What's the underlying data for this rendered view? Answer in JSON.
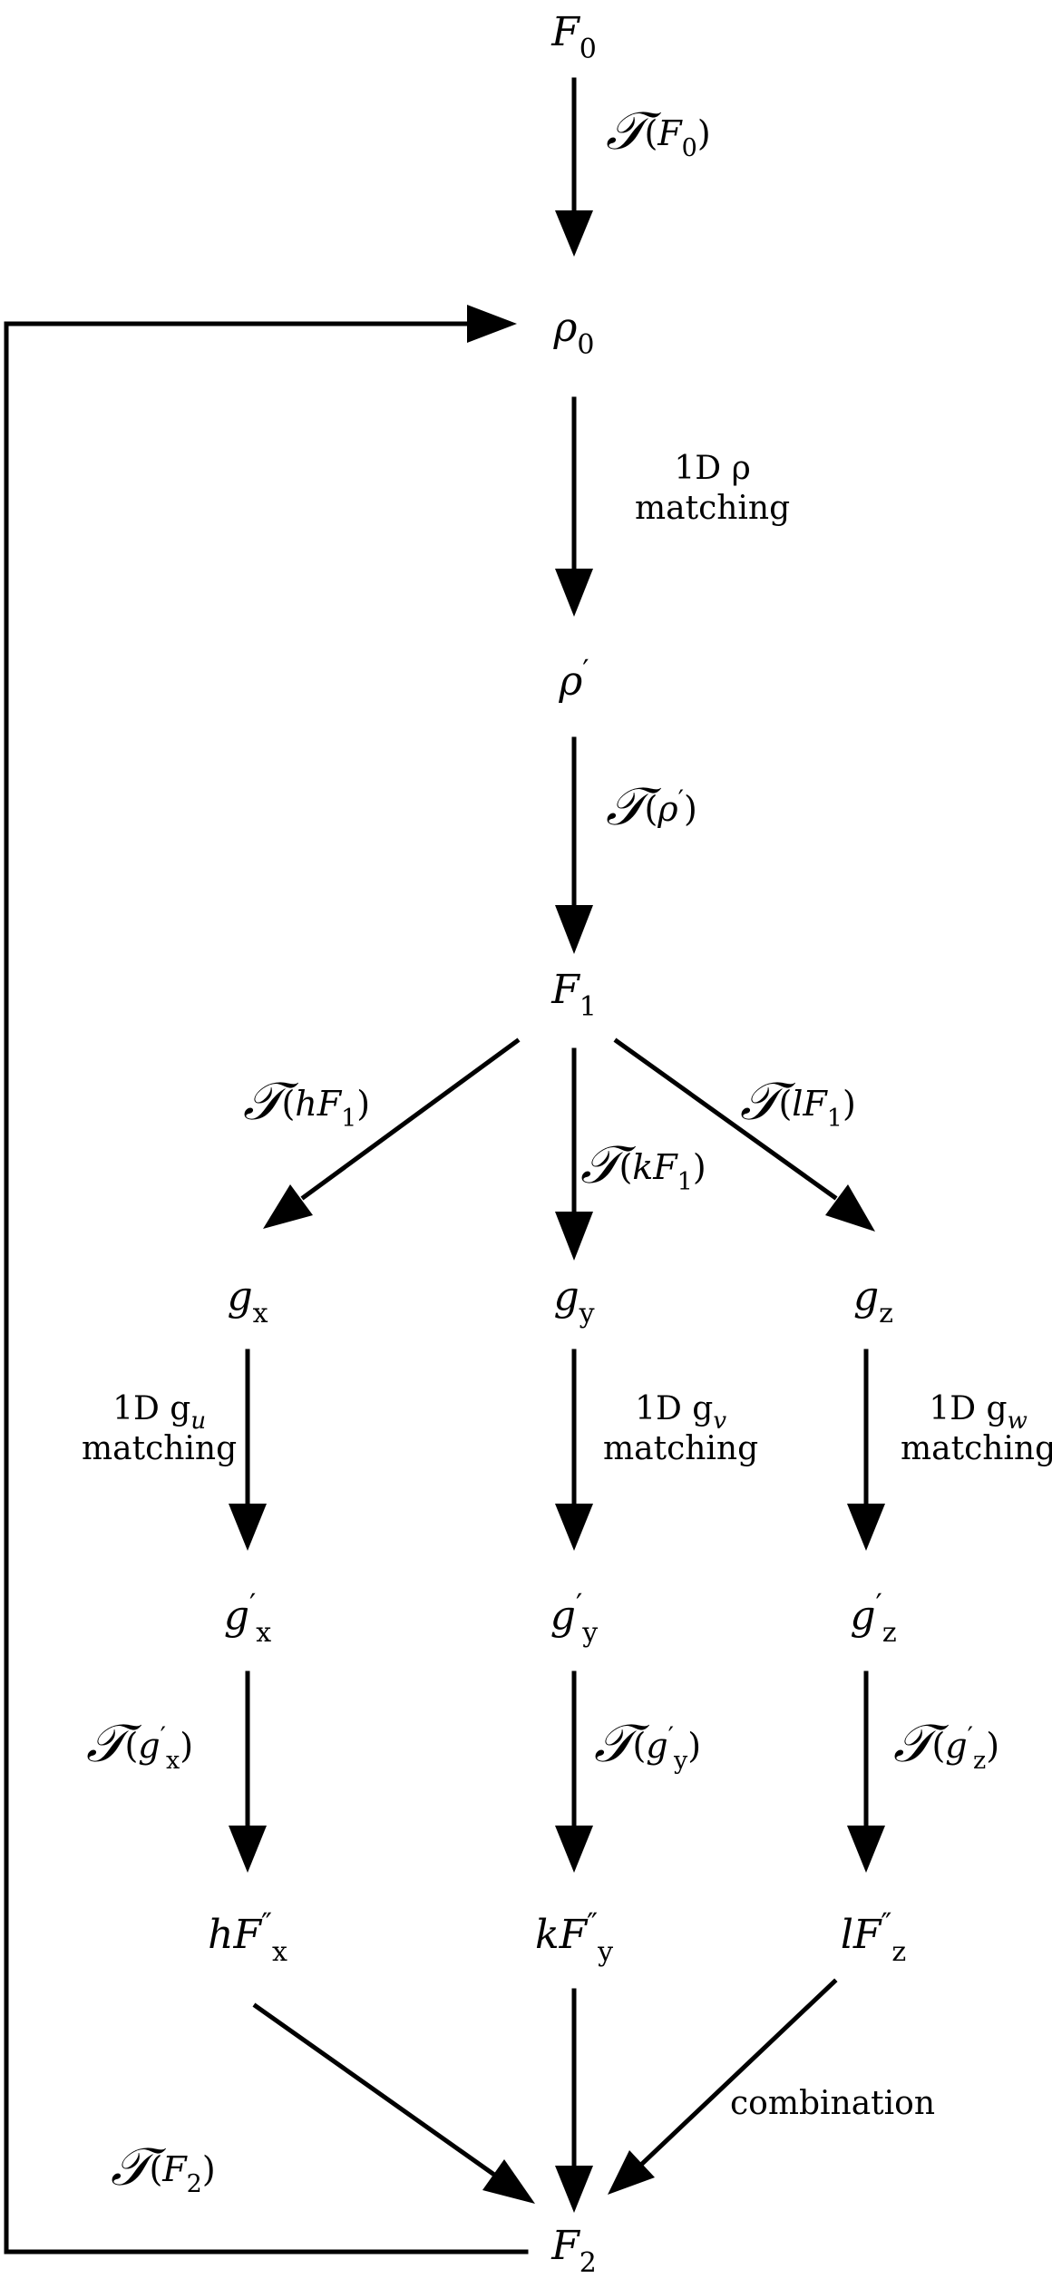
{
  "nodes": {
    "F0": {
      "base": "F",
      "sub": "0",
      "sup": ""
    },
    "rho0": {
      "base": "ρ",
      "sub": "0",
      "sup": ""
    },
    "rhop": {
      "base": "ρ",
      "sub": "",
      "sup": "′"
    },
    "F1": {
      "base": "F",
      "sub": "1",
      "sup": ""
    },
    "gx": {
      "base": "g",
      "sub": "x",
      "sup": ""
    },
    "gy": {
      "base": "g",
      "sub": "y",
      "sup": ""
    },
    "gz": {
      "base": "g",
      "sub": "z",
      "sup": ""
    },
    "gxp": {
      "base": "g",
      "sub": "x",
      "sup": "′"
    },
    "gyp": {
      "base": "g",
      "sub": "y",
      "sup": "′"
    },
    "gzp": {
      "base": "g",
      "sub": "z",
      "sup": "′"
    },
    "hFx": {
      "base": "hF",
      "sub": "x",
      "sup": "″"
    },
    "kFy": {
      "base": "kF",
      "sub": "y",
      "sup": "″"
    },
    "lFz": {
      "base": "lF",
      "sub": "z",
      "sup": "″"
    },
    "F2": {
      "base": "F",
      "sub": "2",
      "sup": ""
    }
  },
  "edge_labels": {
    "match_rho": {
      "line1": "1D ρ",
      "line2": "matching"
    },
    "match_gu": {
      "line1": "1D g",
      "sub": "u",
      "line2": "matching"
    },
    "match_gv": {
      "line1": "1D g",
      "sub": "v",
      "line2": "matching"
    },
    "match_gw": {
      "line1": "1D g",
      "sub": "w",
      "line2": "matching"
    },
    "combination": "combination"
  },
  "ops": {
    "symbol": "𝒯",
    "F0": {
      "arg": "F",
      "sub": "0",
      "sup": ""
    },
    "rhop": {
      "arg": "ρ",
      "sub": "",
      "sup": "′"
    },
    "hF1": {
      "arg": "hF",
      "sub": "1",
      "sup": ""
    },
    "kF1": {
      "arg": "kF",
      "sub": "1",
      "sup": ""
    },
    "lF1": {
      "arg": "lF",
      "sub": "1",
      "sup": ""
    },
    "gxp": {
      "arg": "g",
      "sub": "x",
      "sup": "′"
    },
    "gyp": {
      "arg": "g",
      "sub": "y",
      "sup": "′"
    },
    "gzp": {
      "arg": "g",
      "sub": "z",
      "sup": "′"
    },
    "F2": {
      "arg": "F",
      "sub": "2",
      "sup": ""
    }
  },
  "colors": {
    "ink": "#000000",
    "background": "#ffffff"
  }
}
